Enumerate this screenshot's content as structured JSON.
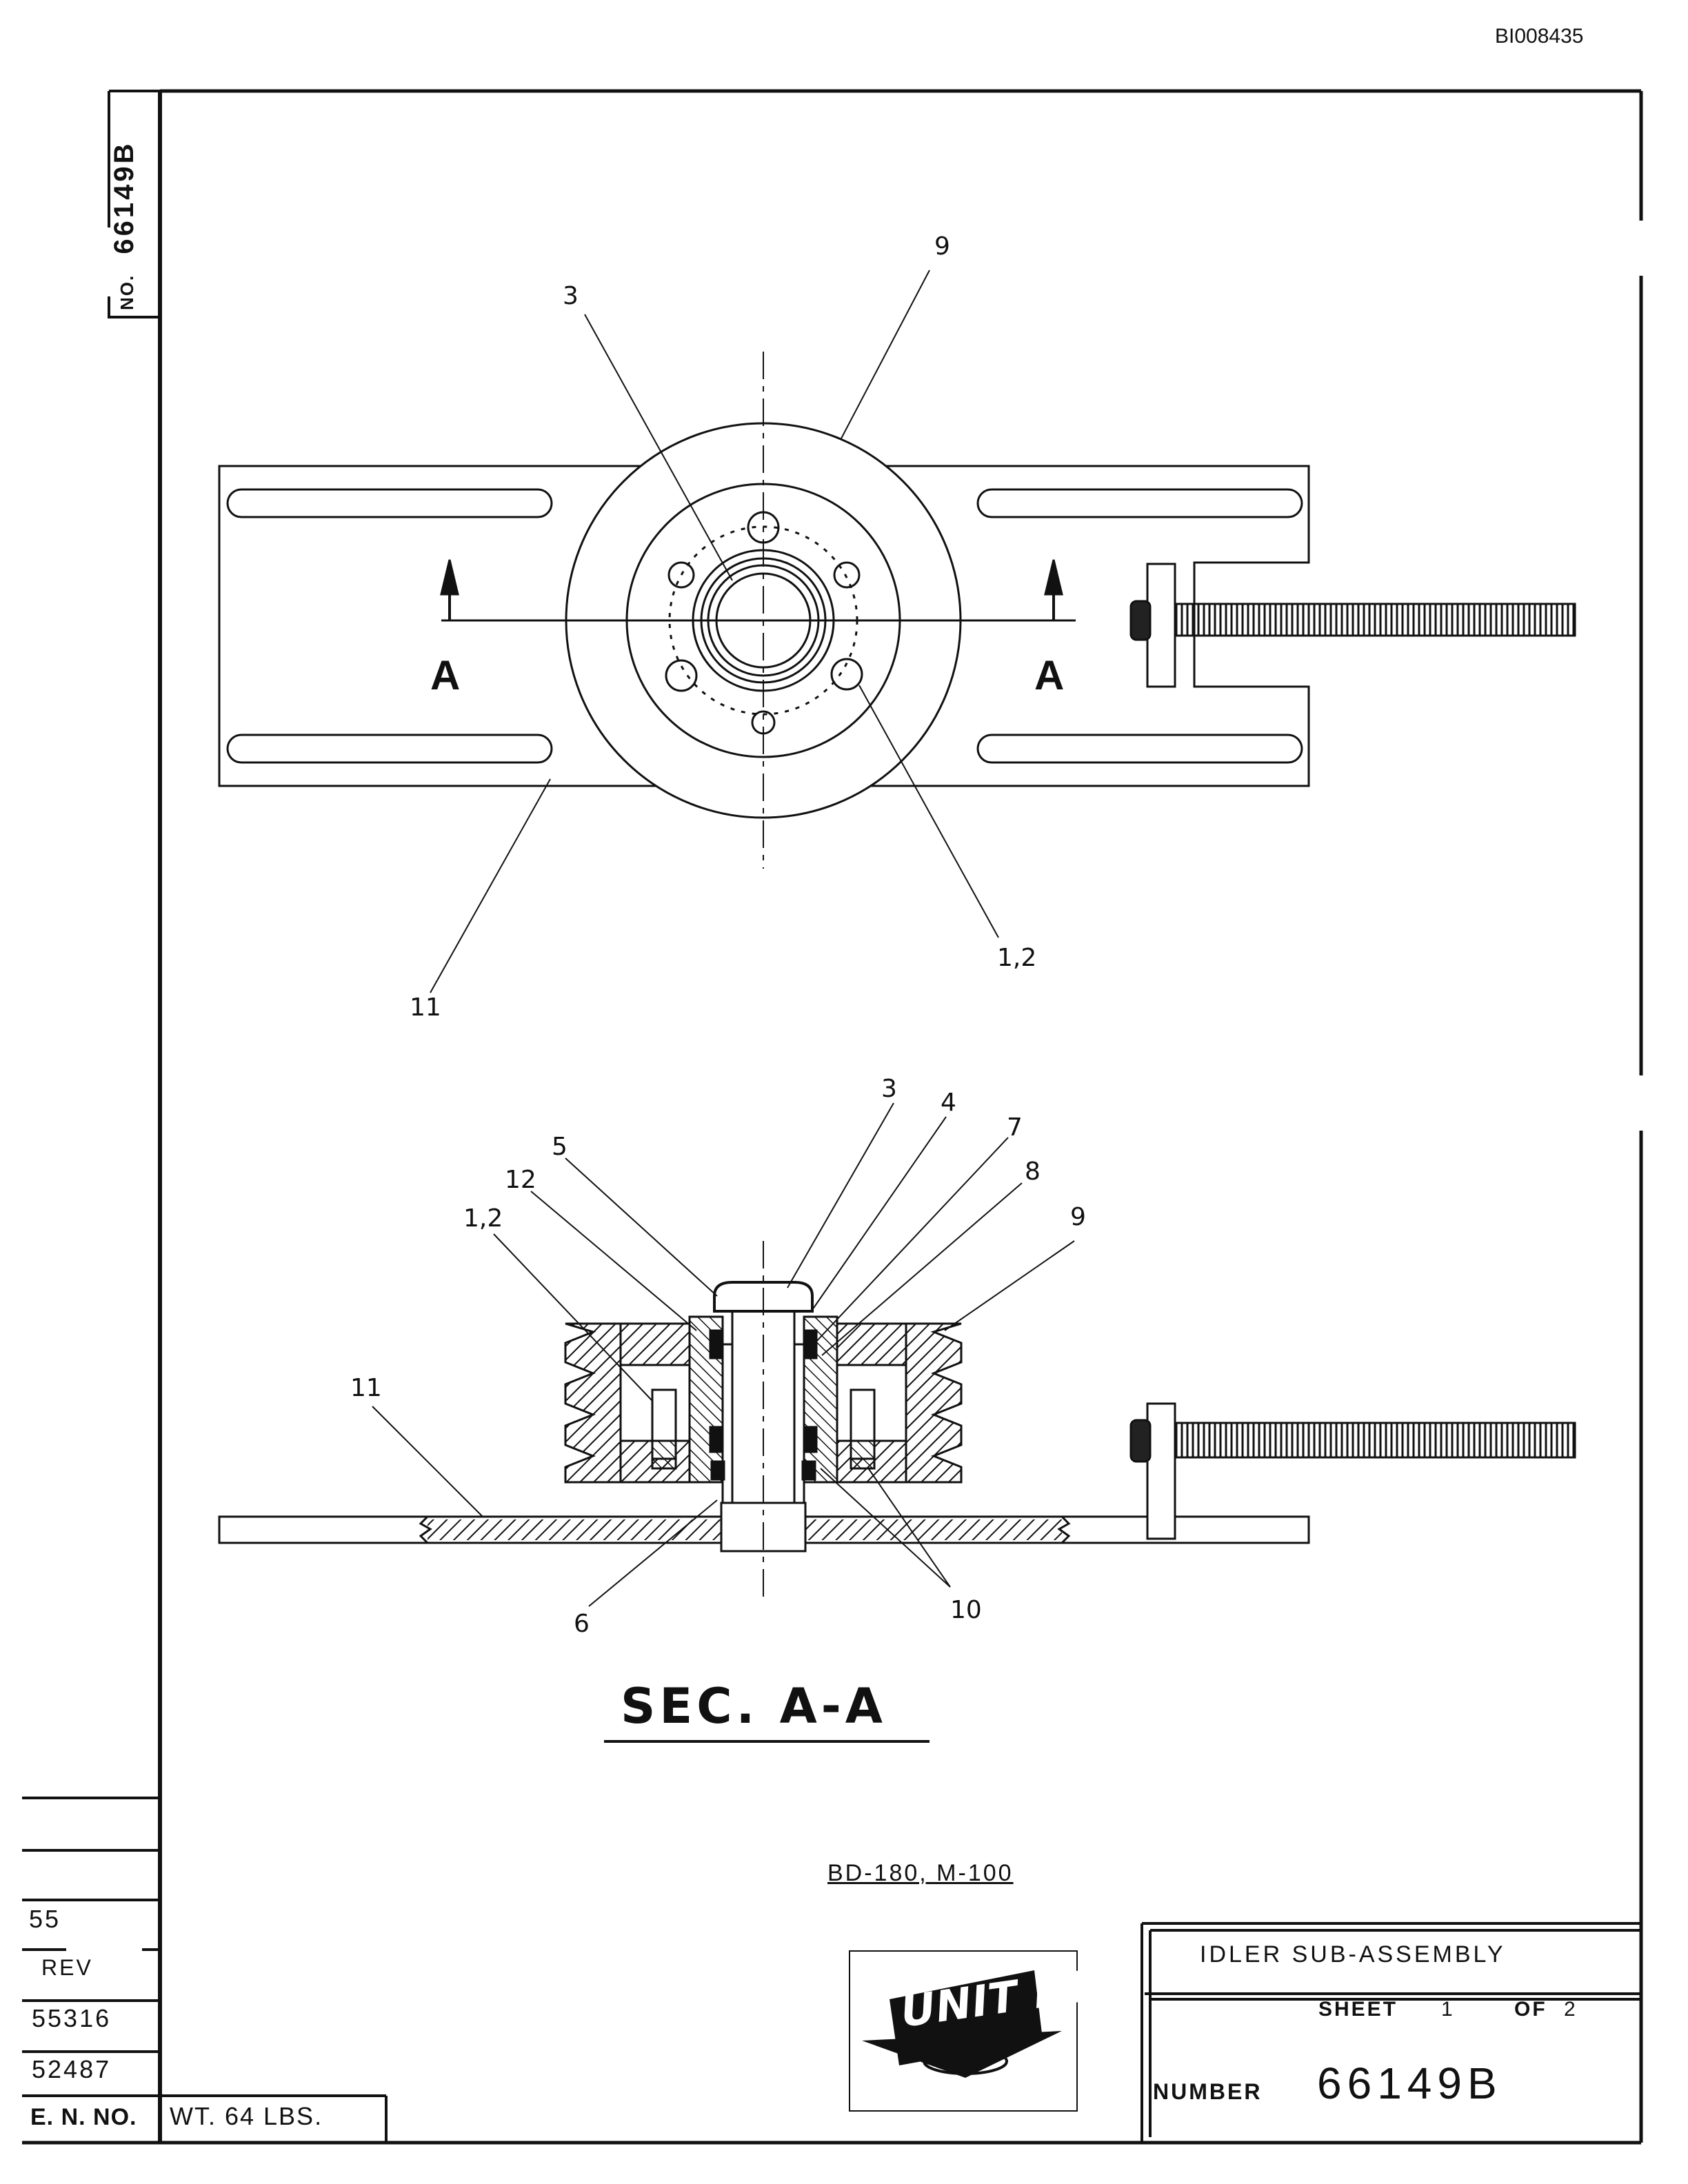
{
  "document_id": "BI008435",
  "side_title": {
    "no_label": "NO.",
    "number": "66149B"
  },
  "callouts": {
    "plan_9": "9",
    "plan_3": "3",
    "plan_11": "11",
    "plan_1_2": "1,2",
    "section_arrow_left": "A",
    "section_arrow_right": "A",
    "sec_3": "3",
    "sec_4": "4",
    "sec_5": "5",
    "sec_7": "7",
    "sec_8": "8",
    "sec_12": "12",
    "sec_1_2": "1,2",
    "sec_9": "9",
    "sec_11": "11",
    "sec_6": "6",
    "sec_10": "10"
  },
  "section_title": "SEC. A-A",
  "models": "BD-180, M-100",
  "logo": {
    "text": "UNIT RIG"
  },
  "title_block": {
    "title": "IDLER  SUB-ASSEMBLY",
    "sheet_label": "SHEET",
    "sheet_number": "1",
    "of_label": "OF",
    "sheet_total": "2",
    "number_label": "NUMBER",
    "number_value": "66149B"
  },
  "revision_block": {
    "entries": [
      "55",
      "REV",
      "55316",
      "52487"
    ],
    "en_label": "E. N. NO.",
    "weight": "WT. 64 LBS."
  }
}
